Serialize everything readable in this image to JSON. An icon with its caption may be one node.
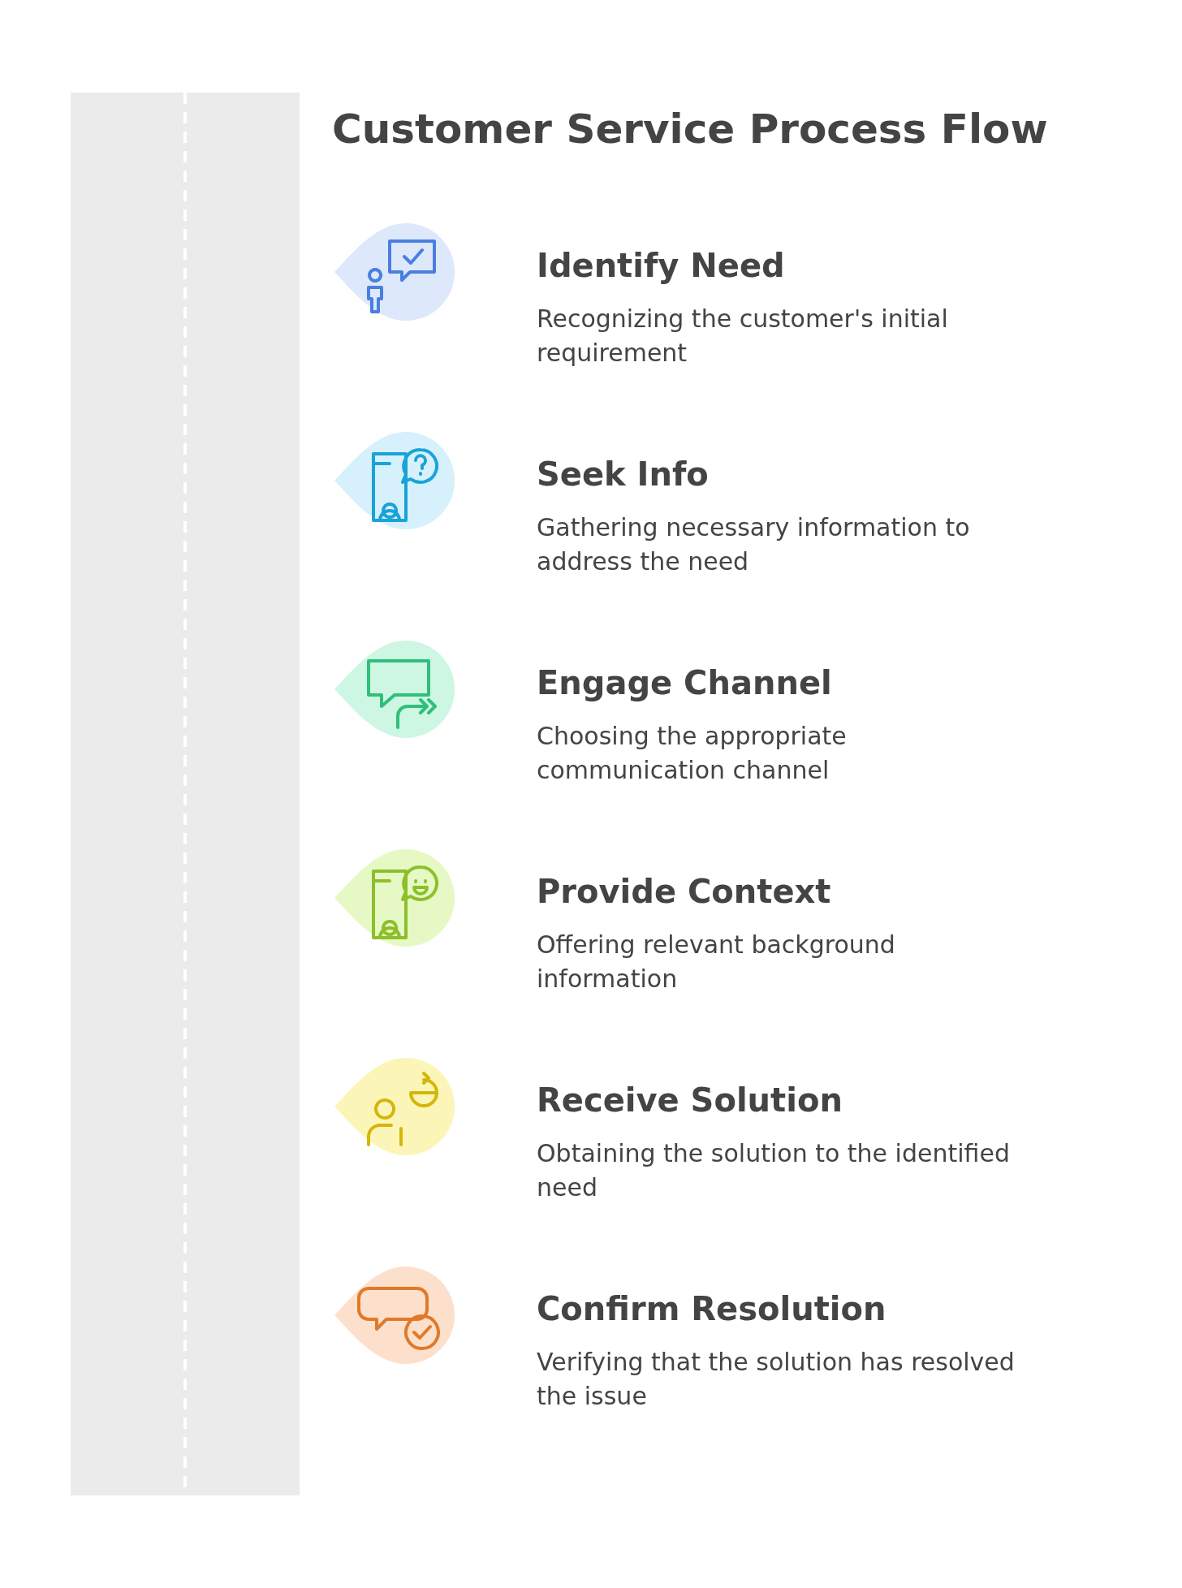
{
  "diagram": {
    "title": "Customer Service Process Flow",
    "nodes": [
      {
        "text": [
          "Identify Need",
          "Recognizing the customer's initial requirement"
        ]
      },
      {
        "text": [
          "Seek Info",
          "Gathering necessary information to address the need"
        ]
      },
      {
        "text": [
          "Engage Channel",
          "Choosing the appropriate communication channel"
        ]
      },
      {
        "text": [
          "Provide Context",
          "Offering relevant background information"
        ]
      },
      {
        "text": [
          "Receive Solution",
          "Obtaining the solution to the identified need"
        ]
      },
      {
        "text": [
          "Confirm Resolution",
          "Verifying that the solution has resolved the issue"
        ]
      }
    ],
    "edges": []
  }
}
